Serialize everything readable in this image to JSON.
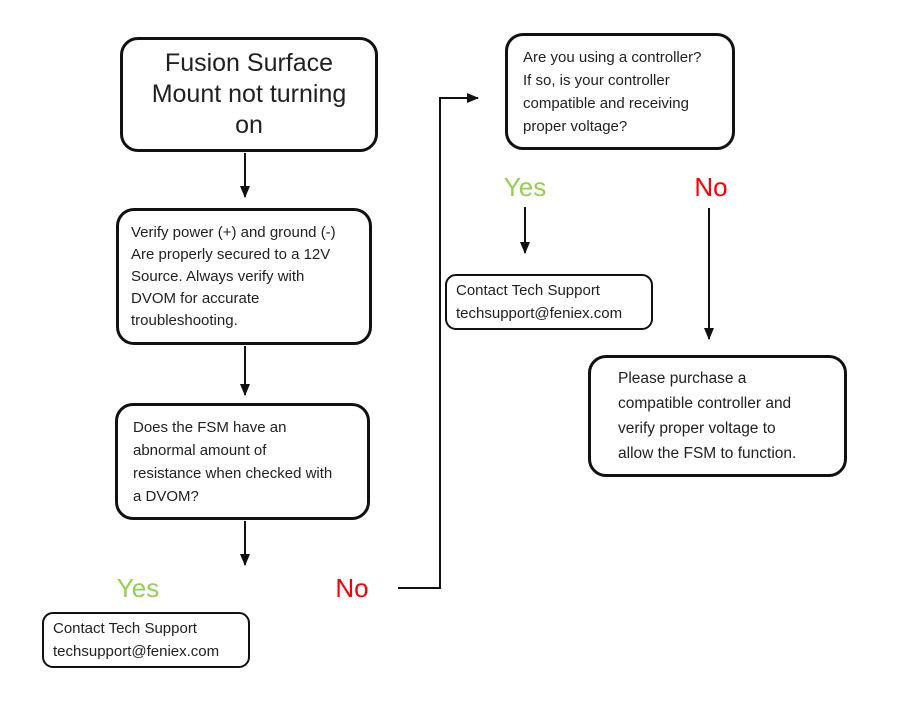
{
  "colors": {
    "yes_green": "#92D050",
    "no_red": "#FF0000",
    "line_black": "#111111"
  },
  "nodes": {
    "start": {
      "lines": [
        "Fusion Surface",
        "Mount not turning",
        "on"
      ]
    },
    "verify_power": {
      "lines": [
        "Verify power (+) and ground (-)",
        "Are properly secured to a 12V",
        "Source. Always verify with",
        "DVOM for accurate",
        "troubleshooting."
      ]
    },
    "resistance_check": {
      "lines": [
        "Does the FSM have an",
        "abnormal amount of",
        "resistance when checked with",
        "a DVOM?"
      ]
    },
    "controller_check": {
      "lines": [
        "Are you using a controller?",
        "If so, is your controller",
        "compatible and receiving",
        "proper voltage?"
      ]
    },
    "contact_support_left": {
      "lines": [
        "Contact Tech Support",
        "techsupport@feniex.com"
      ]
    },
    "contact_support_right": {
      "lines": [
        "Contact Tech Support",
        "techsupport@feniex.com"
      ]
    },
    "purchase_controller": {
      "lines": [
        "Please purchase a",
        "compatible controller and",
        "verify proper voltage to",
        "allow the FSM to function."
      ]
    }
  },
  "branch_labels": {
    "resistance_yes": "Yes",
    "resistance_no": "No",
    "controller_yes": "Yes",
    "controller_no": "No"
  }
}
